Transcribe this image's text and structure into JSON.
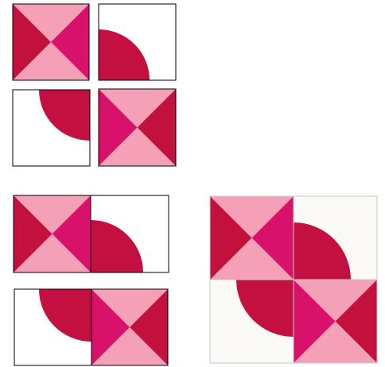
{
  "diagram": {
    "palette": {
      "light_pink": "#f4a0b7",
      "dark_red": "#c2113c",
      "magenta": "#d8126a",
      "deep_crimson": "#c41040",
      "background_white": "#ffffff",
      "finished_block_background": "#fbfaf6",
      "outline": "#000000",
      "seam": "#c8c8c8"
    },
    "pieces": [
      {
        "kind": "hourglass-square",
        "top": "light_pink",
        "right": "magenta",
        "bottom": "light_pink",
        "left": "dark_red"
      },
      {
        "kind": "quarter-circle-square",
        "arc": "deep_crimson"
      },
      {
        "kind": "quarter-circle-square",
        "arc": "deep_crimson"
      },
      {
        "kind": "hourglass-square",
        "top": "light_pink",
        "right": "dark_red",
        "bottom": "light_pink",
        "left": "magenta"
      }
    ],
    "rows_joined": 2,
    "finished_block": {
      "units": "2 x 2"
    }
  }
}
